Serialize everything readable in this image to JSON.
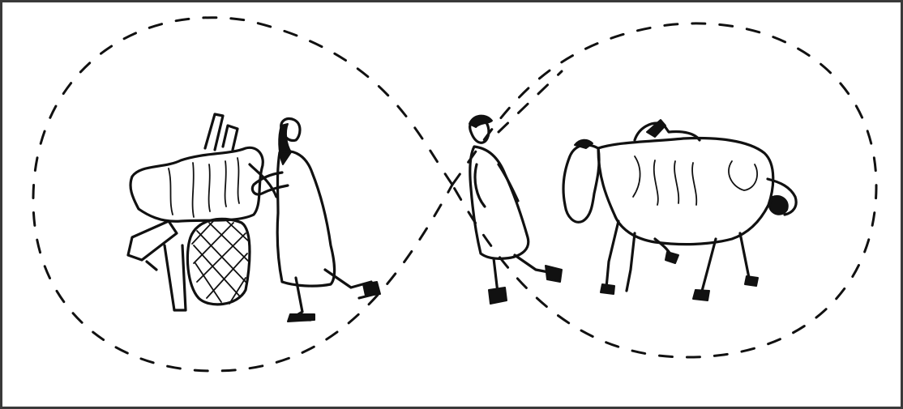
{
  "scene": {
    "background": "#ffffff",
    "border": "#3a3a3a",
    "ink": "#111111",
    "icons": [
      "farmer-with-cart-illustration",
      "standing-person-illustration",
      "cow-illustration",
      "thought-bubble-outline"
    ]
  }
}
